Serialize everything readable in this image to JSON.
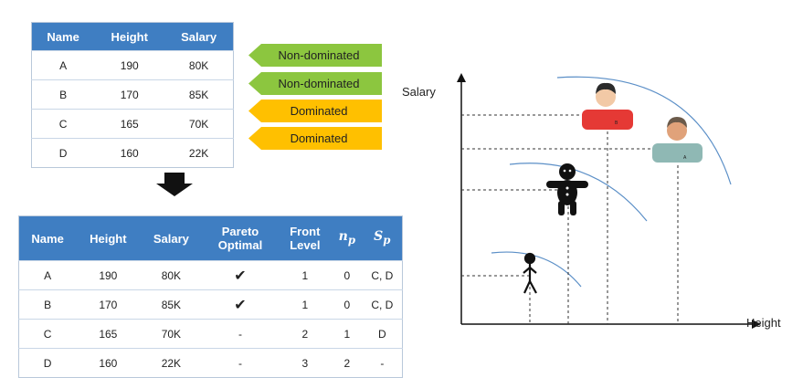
{
  "top_table": {
    "headers": [
      "Name",
      "Height",
      "Salary"
    ],
    "rows": [
      [
        "A",
        "190",
        "80K"
      ],
      [
        "B",
        "170",
        "85K"
      ],
      [
        "C",
        "165",
        "70K"
      ],
      [
        "D",
        "160",
        "22K"
      ]
    ]
  },
  "tags": [
    "Non-dominated",
    "Non-dominated",
    "Dominated",
    "Dominated"
  ],
  "bottom_table": {
    "headers": {
      "name": "Name",
      "height": "Height",
      "salary": "Salary",
      "pareto_line1": "Pareto",
      "pareto_line2": "Optimal",
      "front_line1": "Front",
      "front_line2": "Level",
      "np_base": "n",
      "np_sub": "p",
      "sp_base": "S",
      "sp_sub": "p"
    },
    "rows": [
      [
        "A",
        "190",
        "80K",
        "✔",
        "1",
        "0",
        "C, D"
      ],
      [
        "B",
        "170",
        "85K",
        "✔",
        "1",
        "0",
        "C, D"
      ],
      [
        "C",
        "165",
        "70K",
        "-",
        "2",
        "1",
        "D"
      ],
      [
        "D",
        "160",
        "22K",
        "-",
        "3",
        "2",
        "-"
      ]
    ]
  },
  "plot": {
    "y_label": "Salary",
    "x_label": "Height",
    "badge_b": "B",
    "badge_a": "A"
  },
  "colors": {
    "header": "#3f7ec2",
    "non_dominated": "#8cc63f",
    "dominated": "#ffc000",
    "front_curve": "#5b8fc7"
  }
}
